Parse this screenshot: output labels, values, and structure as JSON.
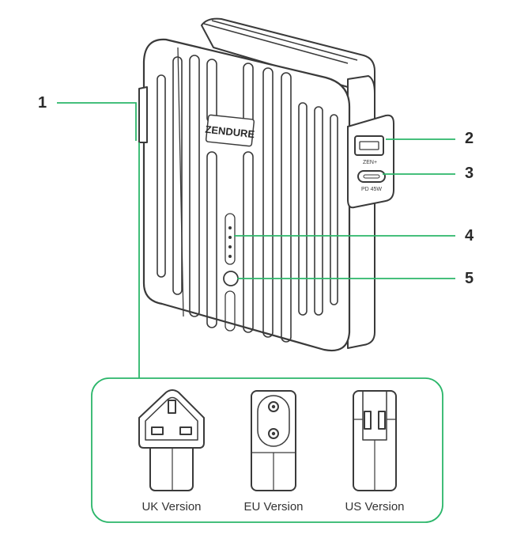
{
  "brand": "ZENDURE",
  "ports": {
    "usb_a_label": "ZEN+",
    "usb_c_label": "PD 45W"
  },
  "callouts": [
    "1",
    "2",
    "3",
    "4",
    "5"
  ],
  "plug_versions": [
    "UK Version",
    "EU Version",
    "US Version"
  ],
  "colors": {
    "callout_line": "#2bb66a",
    "outline": "#3a3a3a",
    "body_fill": "#ffffff"
  }
}
